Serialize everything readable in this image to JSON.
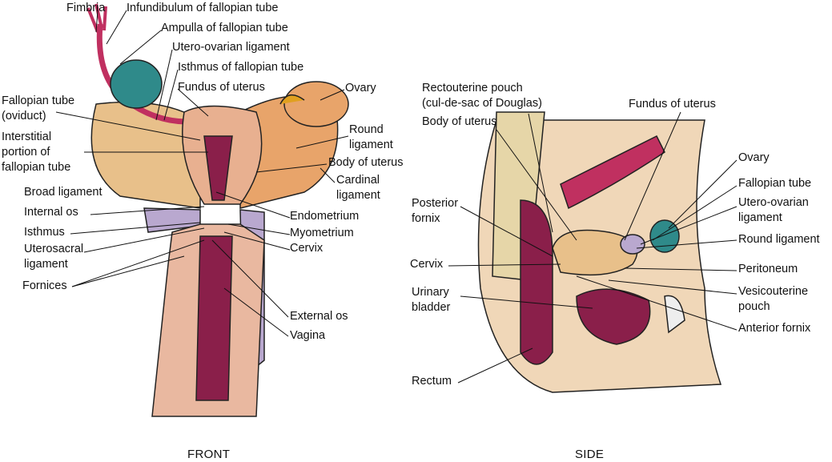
{
  "front": {
    "caption": "FRONT",
    "labels": {
      "fimbria": "Fimbria",
      "infundibulum": "Infundibulum of fallopian tube",
      "ampulla": "Ampulla of fallopian tube",
      "utero_ovarian": "Utero-ovarian ligament",
      "isthmus_tube": "Isthmus of fallopian tube",
      "fundus": "Fundus of uterus",
      "ovary": "Ovary",
      "fallopian_1": "Fallopian tube",
      "fallopian_2": "(oviduct)",
      "round_1": "Round",
      "round_2": "ligament",
      "interstitial_1": "Interstitial",
      "interstitial_2": "portion of",
      "interstitial_3": "fallopian tube",
      "body": "Body of uterus",
      "cardinal_1": "Cardinal",
      "cardinal_2": "ligament",
      "broad": "Broad ligament",
      "internal_os": "Internal os",
      "endometrium": "Endometrium",
      "isthmus": "Isthmus",
      "myometrium": "Myometrium",
      "uterosacral_1": "Uterosacral",
      "uterosacral_2": "ligament",
      "cervix": "Cervix",
      "fornices": "Fornices",
      "external_os": "External os",
      "vagina": "Vagina"
    }
  },
  "side": {
    "caption": "SIDE",
    "labels": {
      "rectouterine_1": "Rectouterine pouch",
      "rectouterine_2": "(cul-de-sac of Douglas)",
      "fundus": "Fundus of uterus",
      "body": "Body of uterus",
      "ovary": "Ovary",
      "fallopian": "Fallopian tube",
      "utero_ovarian_1": "Utero-ovarian",
      "utero_ovarian_2": "ligament",
      "posterior_1": "Posterior",
      "posterior_2": "fornix",
      "round": "Round ligament",
      "cervix": "Cervix",
      "peritoneum": "Peritoneum",
      "vesicouterine_1": "Vesicouterine",
      "vesicouterine_2": "pouch",
      "bladder_1": "Urinary",
      "bladder_2": "bladder",
      "anterior": "Anterior fornix",
      "rectum": "Rectum"
    }
  },
  "colors": {
    "uterus": "#e8a46a",
    "endometrium": "#8a1f4a",
    "ovary": "#2f8a8a",
    "ligament": "#b9a8cf",
    "broad": "#e8c08a",
    "skin": "#e9b8a0",
    "tube": "#c03060"
  }
}
